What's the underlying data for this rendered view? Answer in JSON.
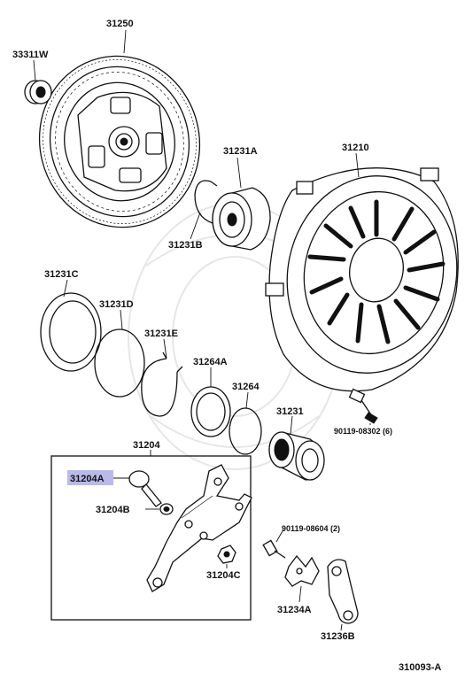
{
  "diagram": {
    "labels": {
      "p33311W": "33311W",
      "p31250": "31250",
      "p31231A": "31231A",
      "p31210": "31210",
      "p31231B": "31231B",
      "p31231C": "31231C",
      "p31231D": "31231D",
      "p31231E": "31231E",
      "p31264A": "31264A",
      "p31264": "31264",
      "p31231": "31231",
      "p90119_08302": "90119-08302 (6)",
      "p31204": "31204",
      "p31204A": "31204A",
      "p31204B": "31204B",
      "p31204C": "31204C",
      "p90119_08604": "90119-08604 (2)",
      "p31234A": "31234A",
      "p31236B": "31236B",
      "diagram_id": "310093-A"
    },
    "highlight_color": "#b9b9ea",
    "line_color": "#111111"
  }
}
